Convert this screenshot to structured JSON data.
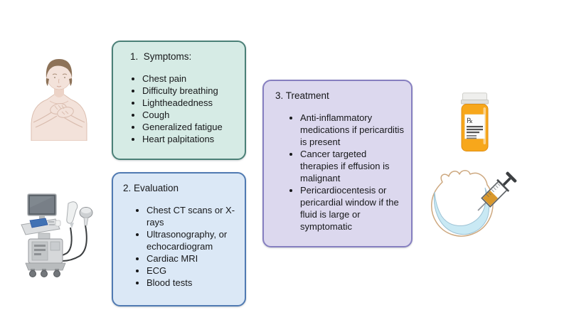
{
  "canvas": {
    "background": "#ffffff"
  },
  "boxes": [
    {
      "id": "symptoms",
      "title": "1.  Symptoms:",
      "items": [
        "Chest pain",
        "Difficulty breathing",
        "Lightheadedness",
        "Cough",
        "Generalized fatigue",
        "Heart palpitations"
      ],
      "fill": "#d6ebe5",
      "border": "#4b8077"
    },
    {
      "id": "evaluation",
      "title": "2. Evaluation",
      "items": [
        "Chest CT scans or X-rays",
        "Ultrasonography, or echocardiogram",
        "Cardiac MRI",
        "ECG",
        "Blood tests"
      ],
      "fill": "#dbe8f6",
      "border": "#507ab2"
    },
    {
      "id": "treatment",
      "title": "3. Treatment",
      "items": [
        "Anti-inflammatory medications if pericarditis is present",
        "Cancer targeted therapies if effusion is malignant",
        "Pericardiocentesis or pericardial window if the fluid is large or symptomatic"
      ],
      "fill": "#dcd8ee",
      "border": "#867fc0"
    }
  ],
  "illustrations": {
    "patient": {
      "name": "person-clutching-chest"
    },
    "ultrasound": {
      "name": "ultrasound-machine-with-two-probes"
    },
    "medication": {
      "name": "prescription-pill-bottle",
      "label_symbol": "℞"
    },
    "pericardiocentesis": {
      "name": "heart-pericardium-with-syringe"
    }
  },
  "colors": {
    "text": "#17181a",
    "bottle_orange": "#f7a71b",
    "syringe_fluid": "#d9982c",
    "effusion_blue": "#c9e9f4",
    "cable_dark": "#3a3d3f"
  }
}
